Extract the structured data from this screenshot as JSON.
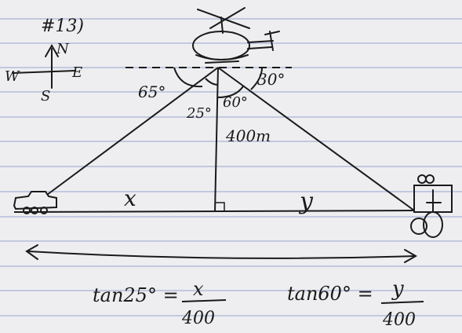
{
  "problem": {
    "number": "#13)"
  },
  "compass": {
    "north": "N",
    "south": "S",
    "east": "E",
    "west": "W"
  },
  "angles": {
    "left_depression": "65°",
    "right_depression": "30°",
    "left_inner": "25°",
    "right_inner": "60°"
  },
  "height": {
    "label": "400m"
  },
  "distances": {
    "left": "x",
    "right": "y"
  },
  "equations": {
    "left": {
      "lhs": "tan25° =",
      "numerator": "x",
      "denominator": "400"
    },
    "right": {
      "lhs": "tan60° =",
      "numerator": "y",
      "denominator": "400"
    }
  },
  "colors": {
    "paper": "#eeeef0",
    "ruled_line": "#a9b3d6",
    "ink": "#1a1a1a"
  }
}
